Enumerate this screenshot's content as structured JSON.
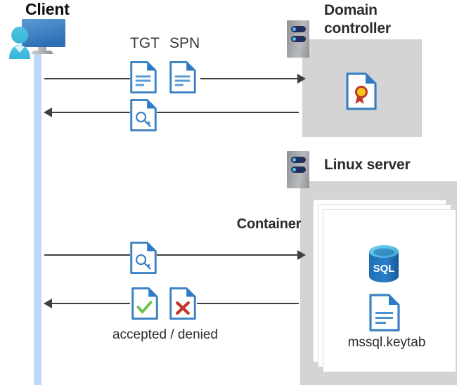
{
  "diagram": {
    "type": "sequence-architecture-diagram",
    "topic": "Kerberos authentication for SQL Server on Linux containers",
    "background_color": "#ffffff"
  },
  "client": {
    "title": "Client",
    "icon": "client-computer-user-icon",
    "lifeline_color": "#bcd9f8"
  },
  "domain_controller": {
    "title": "Domain controller",
    "rack_icon": "server-rack-icon",
    "panel_color": "#d4d4d4",
    "contents": [
      {
        "icon": "certificate-document-icon",
        "label": ""
      }
    ]
  },
  "linux_server": {
    "title": "Linux server",
    "rack_icon": "server-rack-icon",
    "panel_color": "#d4d4d4",
    "container": {
      "title": "Container",
      "card_count": 3,
      "items": [
        {
          "icon": "sql-database-icon",
          "label": "SQL"
        },
        {
          "icon": "document-icon",
          "label": "mssql.keytab"
        }
      ]
    }
  },
  "flows": [
    {
      "id": "request-tgt-spn",
      "direction": "right",
      "labels": [
        "TGT",
        "SPN"
      ],
      "icons": [
        "document-icon",
        "document-icon"
      ],
      "from": "client",
      "to": "domain-controller"
    },
    {
      "id": "ticket-returned",
      "direction": "left",
      "labels": [],
      "icons": [
        "key-document-icon"
      ],
      "from": "domain-controller",
      "to": "client"
    },
    {
      "id": "present-ticket",
      "direction": "right",
      "labels": [],
      "icons": [
        "key-document-icon"
      ],
      "from": "client",
      "to": "linux-server"
    },
    {
      "id": "auth-result",
      "direction": "left",
      "labels": [
        "accepted / denied"
      ],
      "icons": [
        "accepted-document-icon",
        "denied-document-icon"
      ],
      "from": "linux-server",
      "to": "client"
    }
  ],
  "labels": {
    "tgt": "TGT",
    "spn": "SPN",
    "accepted_denied": "accepted / denied",
    "keytab": "mssql.keytab"
  },
  "colors": {
    "accent_blue": "#3b82c4",
    "doc_fold": "#2f7ac4",
    "panel_gray": "#d4d4d4",
    "lifeline_blue": "#bcd9f8",
    "arrow_gray": "#404040",
    "accept_green": "#6cc04a",
    "deny_red": "#c0392b",
    "sql_blue": "#1f6fb4",
    "cert_red": "#c0392b",
    "cert_gold": "#f5c518"
  }
}
